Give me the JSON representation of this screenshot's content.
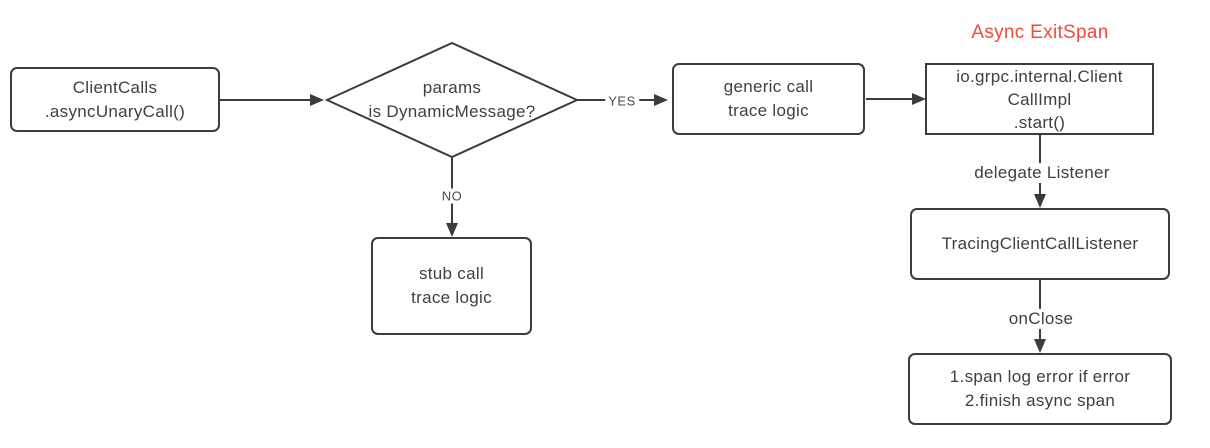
{
  "nodes": {
    "client_calls": {
      "line1": "ClientCalls",
      "line2": ".asyncUnaryCall()"
    },
    "decision": {
      "line1": "params",
      "line2": "is DynamicMessage?"
    },
    "generic_call": {
      "line1": "generic call",
      "line2": "trace logic"
    },
    "client_call_impl": {
      "line1": "io.grpc.internal.Client",
      "line2": "CallImpl",
      "line3": ".start()"
    },
    "tracing_listener": {
      "label": "TracingClientCallListener"
    },
    "span_actions": {
      "line1": "1.span log error if error",
      "line2": "2.finish async span"
    },
    "stub_call": {
      "line1": "stub call",
      "line2": "trace logic"
    }
  },
  "labels": {
    "yes": "YES",
    "no": "NO",
    "delegate_listener": "delegate Listener",
    "onclose": "onClose"
  },
  "annotation": {
    "label": "Async ExitSpan"
  },
  "colors": {
    "line": "#3c3c3c",
    "text": "#3f3f3f",
    "accent_red": "#f4483b",
    "background": "#ffffff"
  }
}
